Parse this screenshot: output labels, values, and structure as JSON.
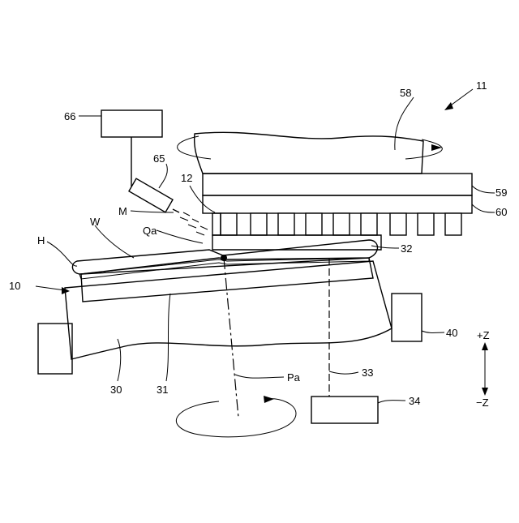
{
  "figure": {
    "labels": {
      "num_11": "11",
      "num_58": "58",
      "num_66": "66",
      "num_65": "65",
      "num_12": "12",
      "num_59": "59",
      "num_60": "60",
      "M": "M",
      "Qa": "Qa",
      "W": "W",
      "H": "H",
      "num_32": "32",
      "num_10": "10",
      "num_40": "40",
      "plus_z": "+Z",
      "minus_z": "−Z",
      "num_30": "30",
      "num_31": "31",
      "Pa": "Pa",
      "num_33": "33",
      "num_34": "34"
    }
  }
}
